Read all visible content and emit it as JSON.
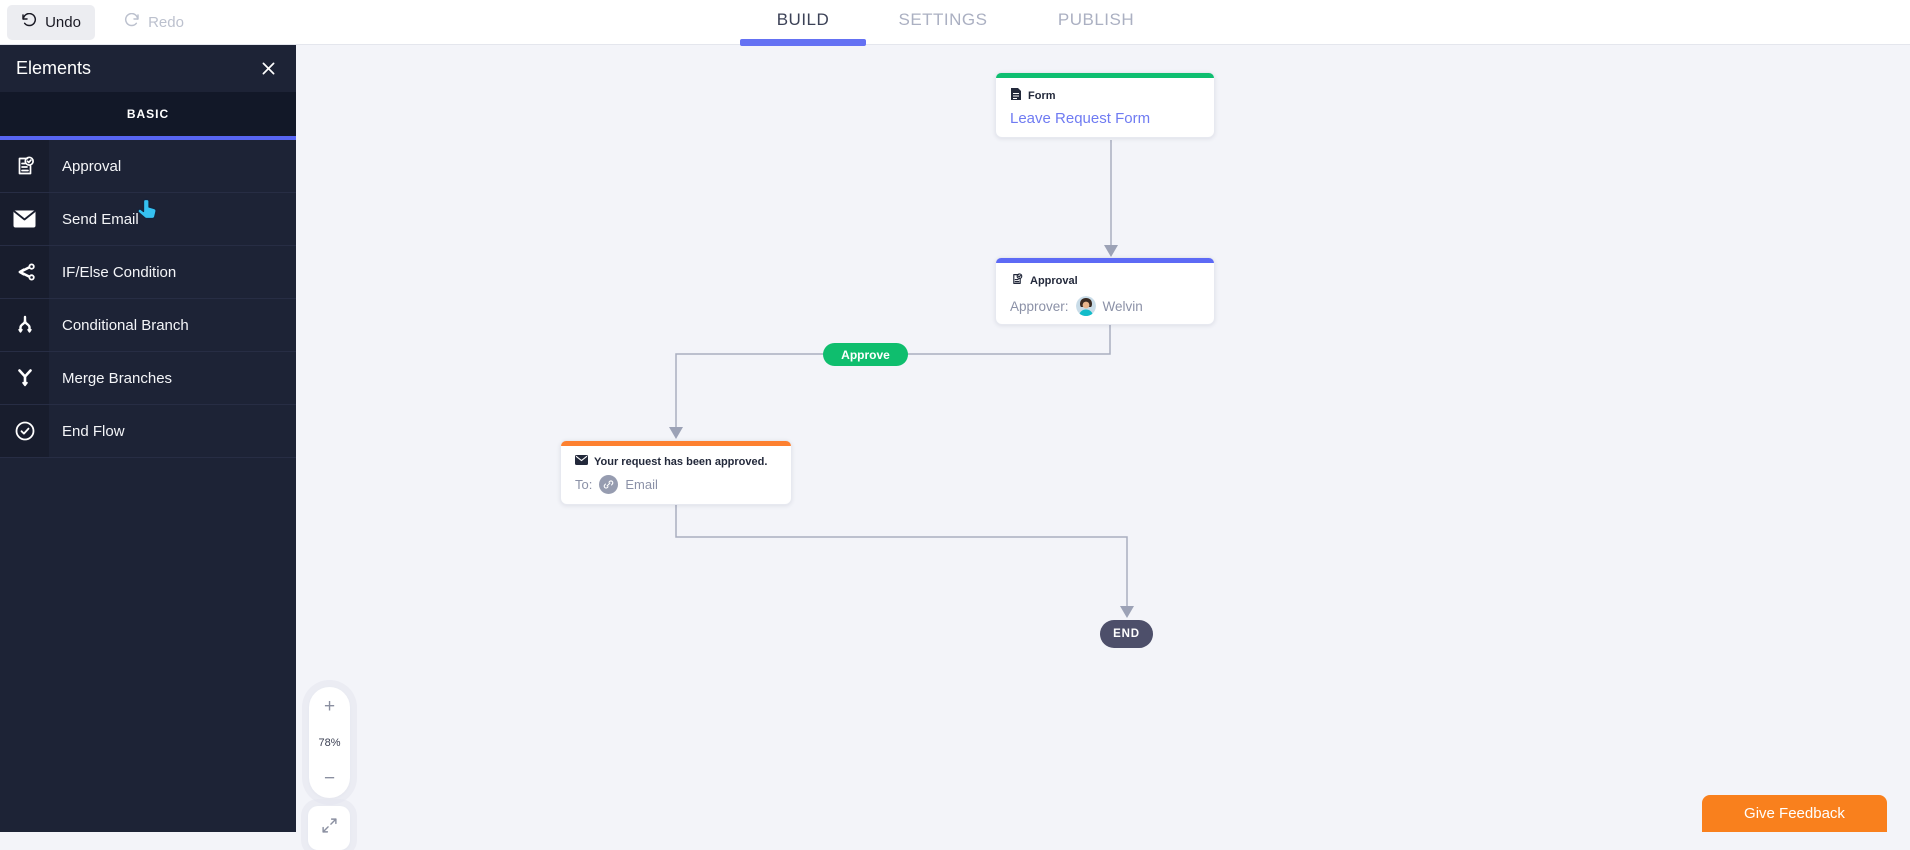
{
  "topbar": {
    "undo_label": "Undo",
    "redo_label": "Redo",
    "tabs": [
      {
        "label": "BUILD",
        "active": true
      },
      {
        "label": "SETTINGS",
        "active": false
      },
      {
        "label": "PUBLISH",
        "active": false
      }
    ],
    "active_tab_underline_color": "#6471F3"
  },
  "sidebar": {
    "title": "Elements",
    "close_icon": "close-icon",
    "section_label": "BASIC",
    "accent_color": "#5765F2",
    "items": [
      {
        "label": "Approval",
        "icon": "approval-icon"
      },
      {
        "label": "Send Email",
        "icon": "send-email-icon"
      },
      {
        "label": "IF/Else Condition",
        "icon": "if-else-icon"
      },
      {
        "label": "Conditional Branch",
        "icon": "conditional-branch-icon"
      },
      {
        "label": "Merge Branches",
        "icon": "merge-branches-icon"
      },
      {
        "label": "End Flow",
        "icon": "end-flow-icon"
      }
    ]
  },
  "canvas": {
    "form": {
      "type_label": "Form",
      "title": "Leave Request Form",
      "accent_color": "#0EBE70",
      "icon": "form-document-icon"
    },
    "approval": {
      "type_label": "Approval",
      "approver_label": "Approver:",
      "approver_name": "Welvin",
      "accent_color": "#5D6AF5",
      "icon": "approval-icon"
    },
    "email": {
      "title": "Your request has been approved.",
      "to_label": "To:",
      "to_value": "Email",
      "accent_color": "#FD8030",
      "icon": "envelope-icon",
      "to_chip_icon": "link-icon"
    },
    "edge_label_approve": "Approve",
    "edge_label_color": "#0FBE6E",
    "end_label": "END",
    "end_color": "#4D4F6A",
    "connector_color": "#A9AEC0",
    "zoom": {
      "in_label": "+",
      "level": "78%",
      "out_label": "−"
    }
  },
  "feedback": {
    "label": "Give Feedback",
    "color": "#F9801D"
  }
}
